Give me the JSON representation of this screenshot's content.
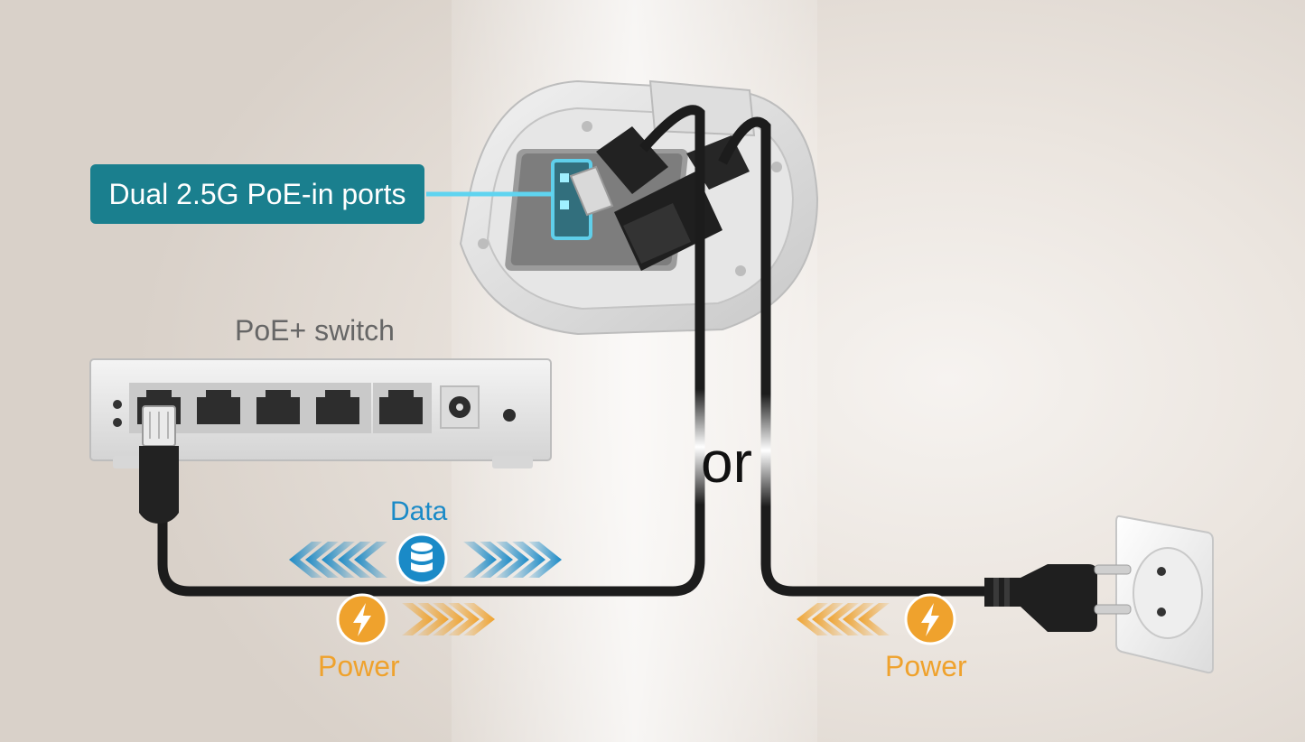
{
  "labels": {
    "ports_callout": "Dual 2.5G PoE-in ports",
    "switch": "PoE+ switch",
    "or": "or",
    "data": "Data",
    "power_switch_side": "Power",
    "power_outlet_side": "Power"
  },
  "colors": {
    "callout_bg": "#1a7f8e",
    "port_highlight": "#5fd4f0",
    "data_blue": "#1a8ac7",
    "power_orange": "#efa22d",
    "cable": "#1c1c1c",
    "background": "#e7e1db"
  },
  "icons": {
    "data": "database-icon",
    "power": "lightning-bolt-icon"
  }
}
